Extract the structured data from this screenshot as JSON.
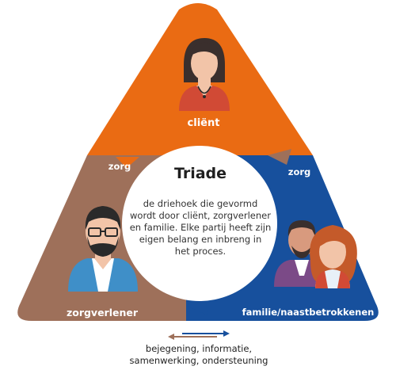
{
  "colors": {
    "client": "#ea6b13",
    "zorgverlener": "#9e705a",
    "familie": "#17509d",
    "arrow_left": "#9e705a",
    "arrow_right": "#17509d"
  },
  "client": {
    "label": "cliënt"
  },
  "zorg_left": {
    "label": "zorg"
  },
  "zorg_right": {
    "label": "zorg"
  },
  "zorgverlener": {
    "label": "zorgverlener"
  },
  "familie": {
    "label": "familie/naastbetrokkenen"
  },
  "center": {
    "title": "Triade",
    "description_lines": [
      "de driehoek die gevormd",
      "wordt door cliënt, zorgverlener",
      "en familie. Elke partij heeft zijn",
      "eigen belang en inbreng in",
      "het proces."
    ]
  },
  "caption_lines": [
    "bejegening, informatie,",
    "samenwerking, ondersteuning"
  ],
  "icons": [
    "client-person-icon",
    "caregiver-person-icon",
    "family-people-icon",
    "double-arrow-icon"
  ]
}
